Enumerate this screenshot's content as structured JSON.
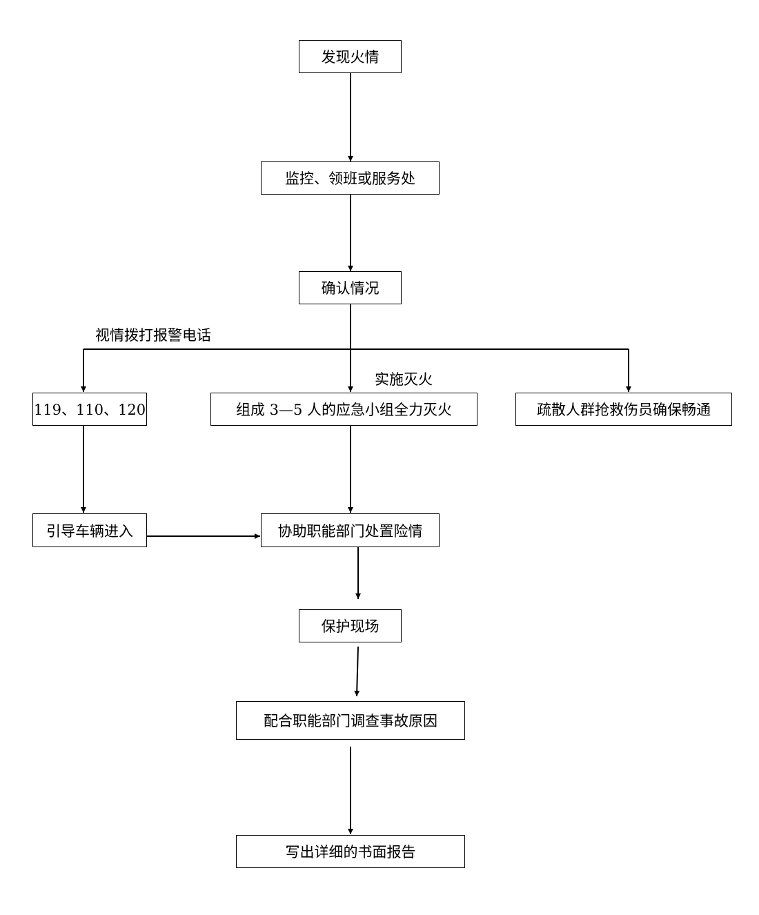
{
  "nodes": {
    "discover": "发现火情",
    "monitor": "监控、领班或服务处",
    "confirm": "确认情况",
    "emergency_numbers": "119、110、120",
    "firefight_team": "组成 3—5 人的应急小组全力灭火",
    "evacuate": "疏散人群抢救伤员确保畅通",
    "guide_vehicles": "引导车辆进入",
    "assist_departments": "协助职能部门处置险情",
    "protect_scene": "保护现场",
    "investigate": "配合职能部门调查事故原因",
    "report": "写出详细的书面报告"
  },
  "edge_labels": {
    "call_police": "视情拨打报警电话",
    "extinguish": "实施灭火"
  },
  "colors": {
    "stroke": "#000000",
    "background": "#ffffff"
  }
}
